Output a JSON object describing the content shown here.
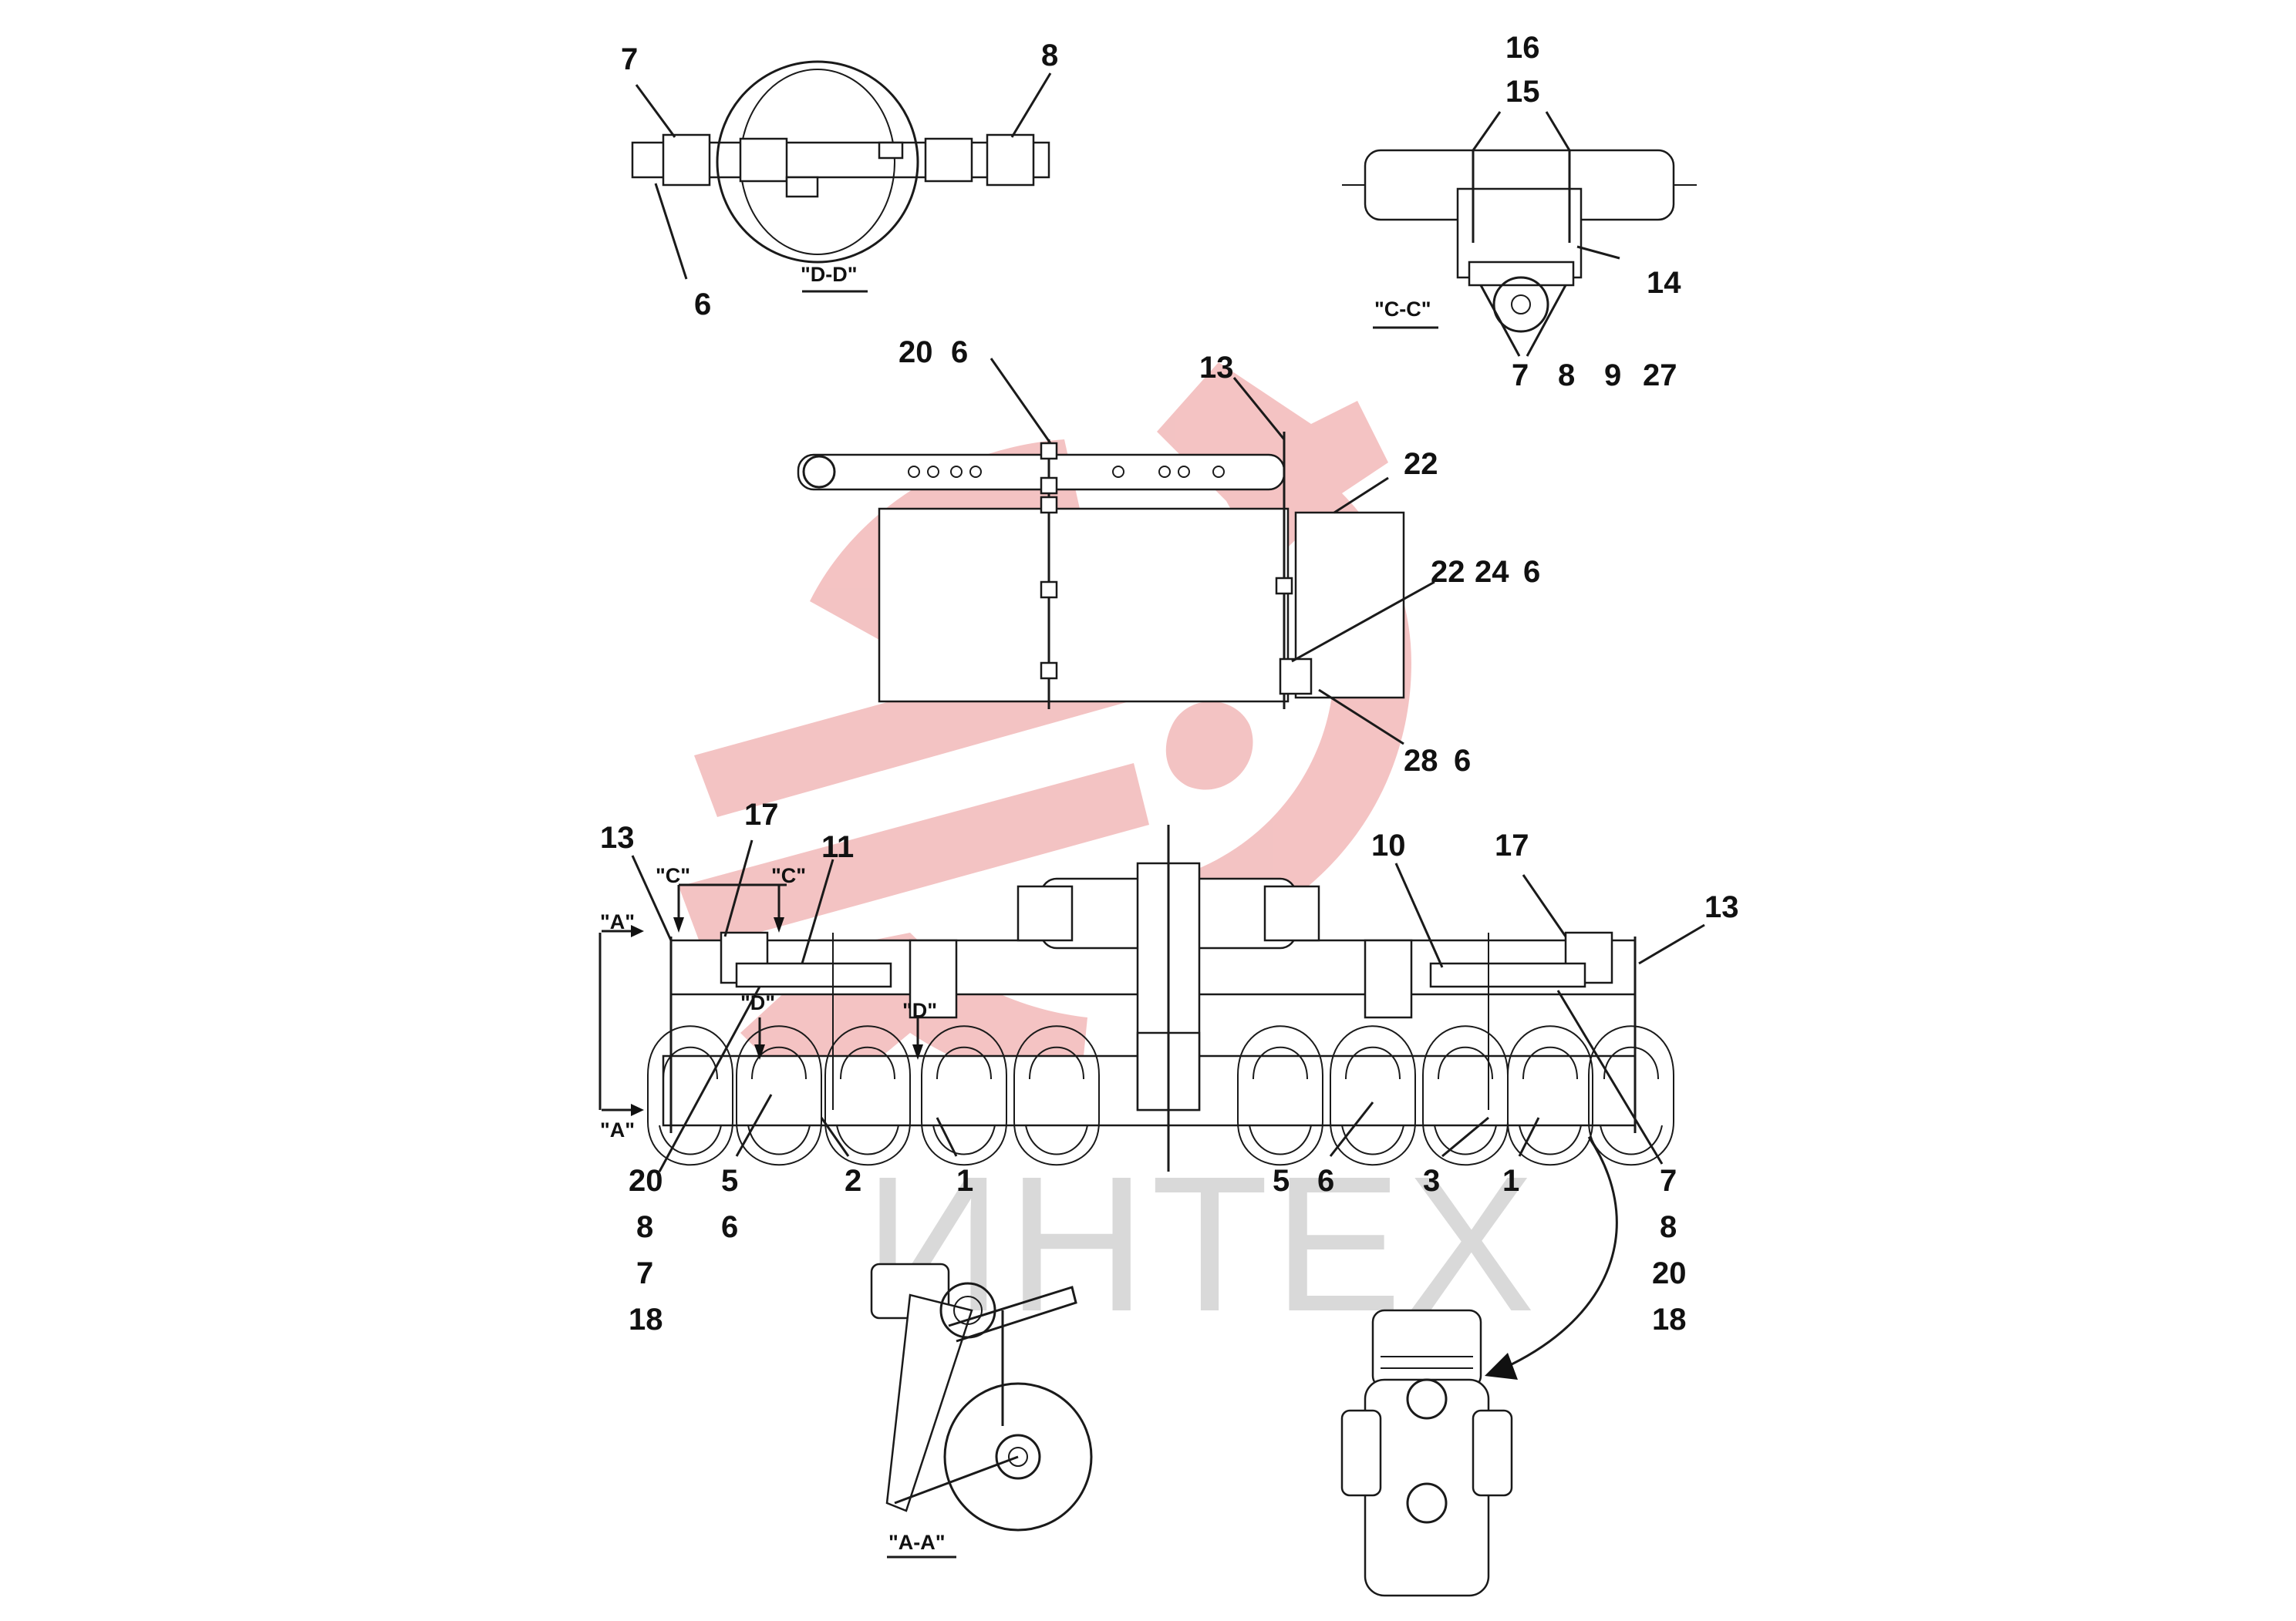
{
  "watermark": {
    "text": "ИНТЕХ",
    "logo_color": "#f2b9b9",
    "text_color": "#d9d9d9"
  },
  "sections": {
    "dd": "\"D-D\"",
    "cc": "\"C-C\"",
    "aa": "\"A-A\"",
    "a_top": "\"A\"",
    "a_bottom": "\"A\"",
    "c_left": "\"C\"",
    "c_right": "\"C\"",
    "d_left": "\"D\"",
    "d_right": "\"D\""
  },
  "callouts": {
    "dd_7": "7",
    "dd_8": "8",
    "dd_6": "6",
    "cc_16": "16",
    "cc_15": "15",
    "cc_14": "14",
    "cc_7": "7",
    "cc_8": "8",
    "cc_9": "9",
    "cc_27": "27",
    "mid_20": "20",
    "mid_6": "6",
    "mid_13": "13",
    "mid_22": "22",
    "mid_22b": "22",
    "mid_24": "24",
    "mid_6b": "6",
    "mid_28": "28",
    "mid_6c": "6",
    "bl_13": "13",
    "bl_17": "17",
    "bl_11": "11",
    "br_10": "10",
    "br_17": "17",
    "br_13": "13",
    "bot_20": "20",
    "bot_8": "8",
    "bot_7": "7",
    "bot_18": "18",
    "bot_5": "5",
    "bot_6": "6",
    "bot_2": "2",
    "bot_1": "1",
    "bot_5b": "5",
    "bot_6b": "6",
    "bot_3": "3",
    "bot_1b": "1",
    "br_7": "7",
    "br_8": "8",
    "br_20": "20",
    "br_18": "18"
  }
}
